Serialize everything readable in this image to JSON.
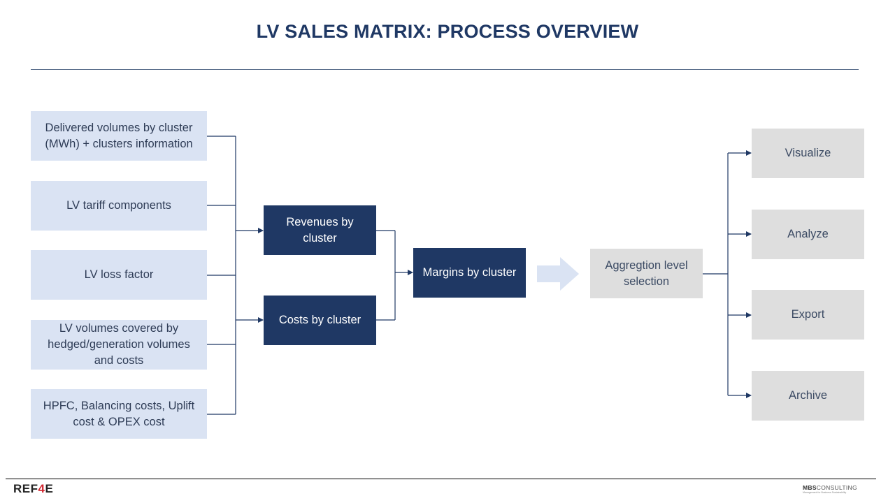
{
  "header": {
    "title": "LV SALES MATRIX: PROCESS OVERVIEW"
  },
  "inputs": [
    {
      "label": "Delivered volumes by cluster (MWh) + clusters information"
    },
    {
      "label": "LV tariff components"
    },
    {
      "label": "LV loss factor"
    },
    {
      "label": "LV volumes covered by hedged/generation volumes and costs"
    },
    {
      "label": "HPFC, Balancing costs, Uplift cost & OPEX cost"
    }
  ],
  "intermediate": {
    "revenues": "Revenues by cluster",
    "costs": "Costs by cluster",
    "margins": "Margins by cluster"
  },
  "aggregation": {
    "label": "Aggregtion level selection"
  },
  "outputs": [
    {
      "label": "Visualize"
    },
    {
      "label": "Analyze"
    },
    {
      "label": "Export"
    },
    {
      "label": "Archive"
    }
  ],
  "footer": {
    "logo_left_a": "REF",
    "logo_left_b": "4",
    "logo_left_c": "E",
    "logo_right_bold": "MBS",
    "logo_right_rest": "CONSULTING",
    "logo_right_tag": "Management for Business Sustainability"
  },
  "colors": {
    "title": "#1f3864",
    "input_fill": "#dae3f3",
    "dark_fill": "#1f3864",
    "grey_fill": "#dedede",
    "connector": "#1f3864",
    "big_arrow": "#dae3f3"
  }
}
